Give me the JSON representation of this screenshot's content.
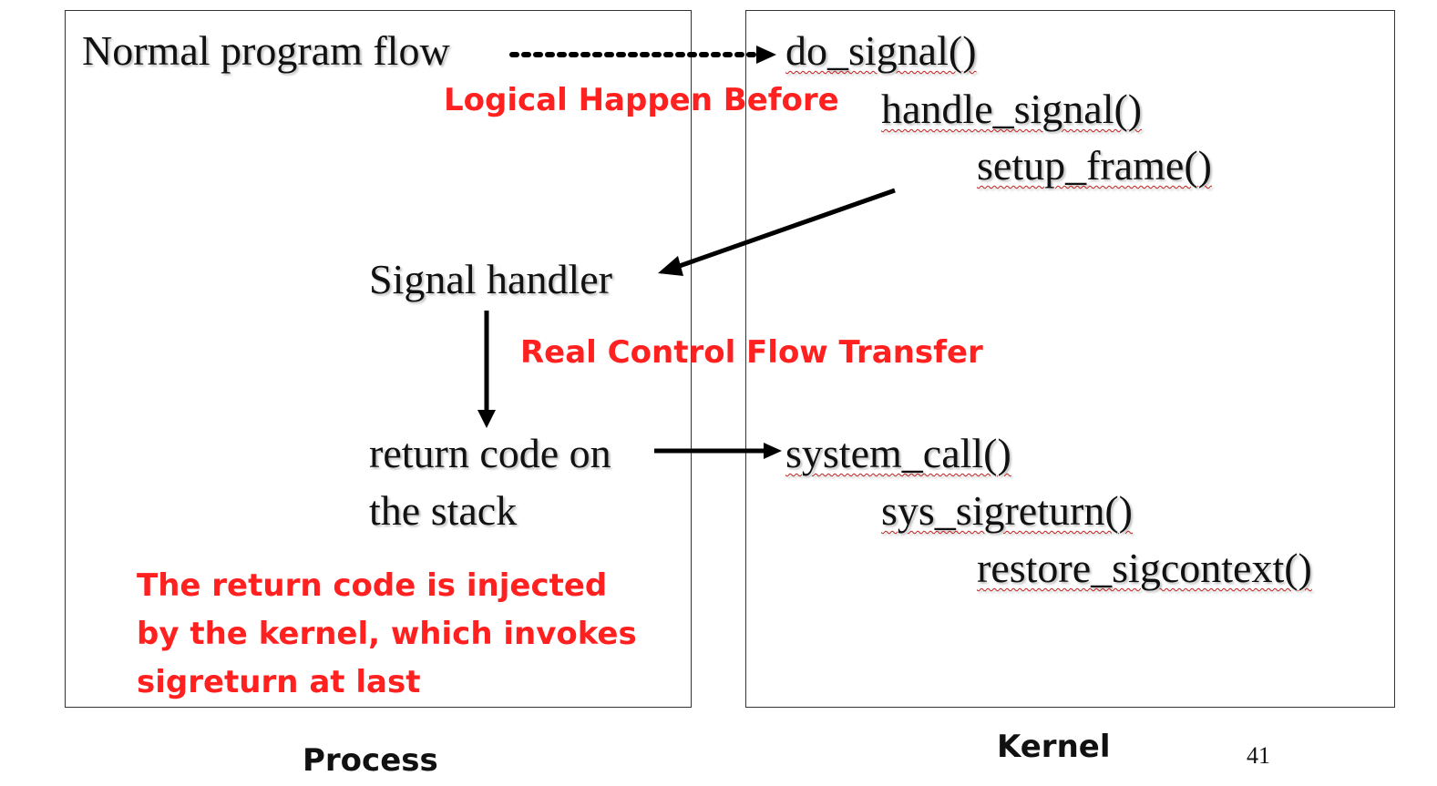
{
  "process": {
    "normal_flow": "Normal program flow",
    "signal_handler": "Signal handler",
    "return_code_line1": "return code on",
    "return_code_line2": "the stack",
    "note_line1": "The return code is injected",
    "note_line2": "by the kernel, which invokes",
    "note_line3": "sigreturn at last",
    "label": "Process"
  },
  "kernel": {
    "do_signal": "do_signal()",
    "handle_signal": "handle_signal()",
    "setup_frame": "setup_frame()",
    "system_call": "system_call()",
    "sys_sigreturn": "sys_sigreturn()",
    "restore_sigcontext": "restore_sigcontext()",
    "label": "Kernel"
  },
  "annotations": {
    "logical": "Logical Happen Before",
    "real": "Real Control Flow Transfer"
  },
  "page_number": "41",
  "colors": {
    "annotation": "#ff2020",
    "text": "#111111"
  }
}
